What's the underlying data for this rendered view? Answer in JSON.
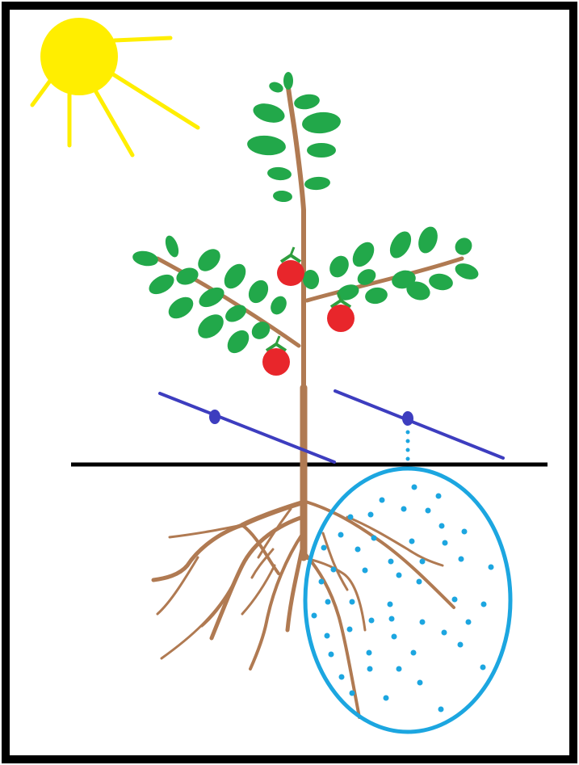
{
  "scene": {
    "background": "#ffffff",
    "frame_color": "#000000",
    "ground_color": "#000000",
    "sun": {
      "icon": "sun-icon",
      "color": "#ffee00"
    },
    "plant": {
      "stem_color": "#b07a52",
      "leaf_color": "#22a84a",
      "fruit": {
        "icon": "tomato-icon",
        "color": "#e8262b",
        "calyx_color": "#2e9e3e",
        "count": 3
      }
    },
    "roots": {
      "color": "#b07a52"
    },
    "drip_lines": {
      "icon": "drip-emitter-icon",
      "color": "#3d3dbf",
      "count": 2,
      "drip_color": "#1ca6e0"
    },
    "wetted_zone": {
      "icon": "wetted-soil-zone",
      "color": "#1ca6e0"
    }
  }
}
